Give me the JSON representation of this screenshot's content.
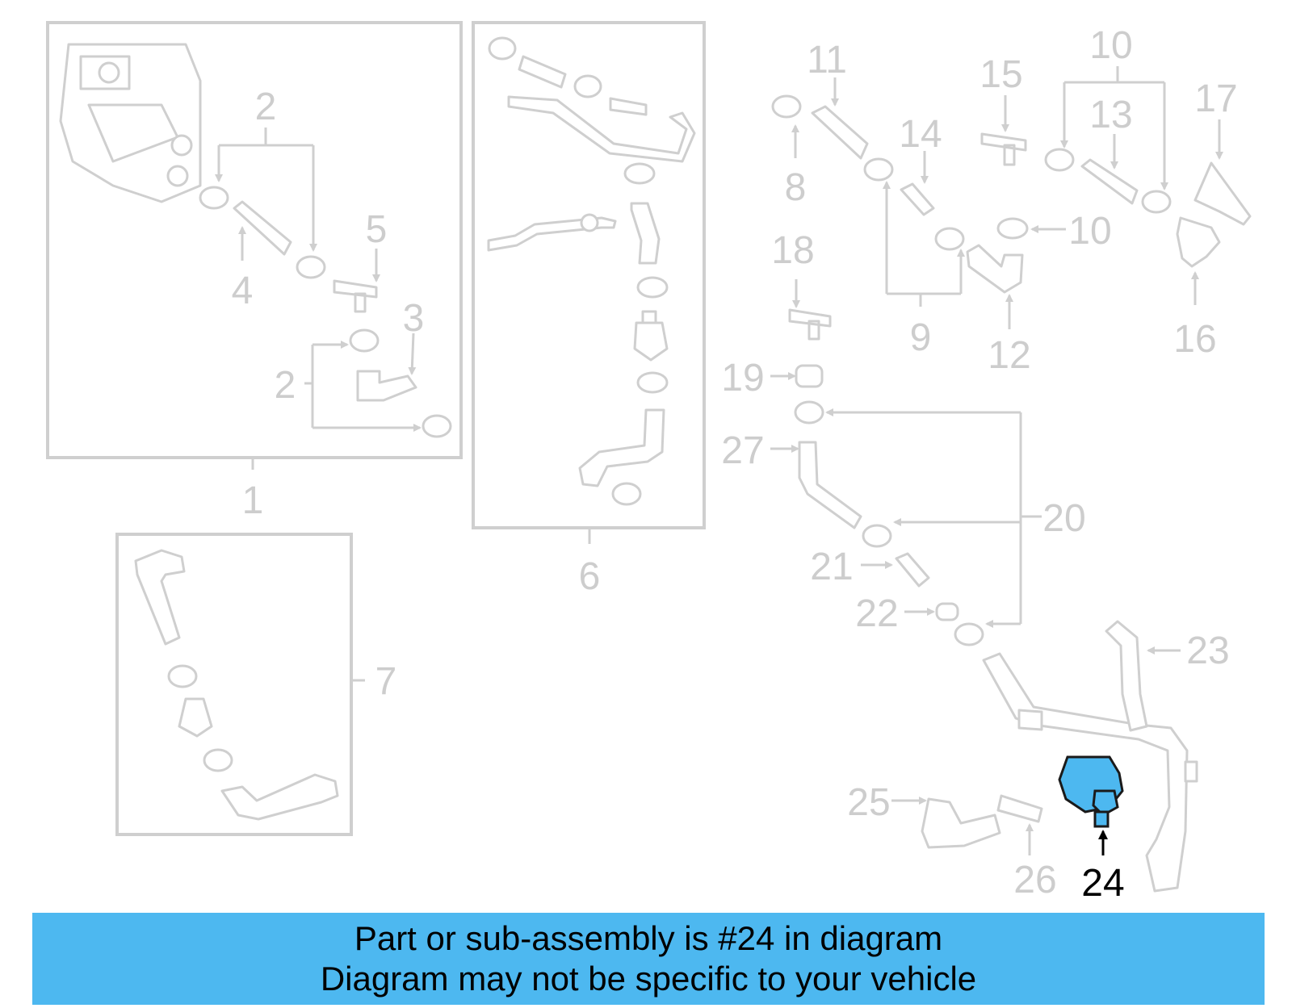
{
  "diagram": {
    "callouts": {
      "c1": "1",
      "c2a": "2",
      "c2b": "2",
      "c3": "3",
      "c4": "4",
      "c5": "5",
      "c6": "6",
      "c7": "7",
      "c8": "8",
      "c9": "9",
      "c10a": "10",
      "c10b": "10",
      "c11": "11",
      "c12": "12",
      "c13": "13",
      "c14": "14",
      "c15": "15",
      "c16": "16",
      "c17": "17",
      "c18": "18",
      "c19": "19",
      "c20": "20",
      "c21": "21",
      "c22": "22",
      "c23": "23",
      "c24": "24",
      "c25": "25",
      "c26": "26",
      "c27": "27"
    },
    "highlight_part": "24",
    "colors": {
      "line_art": "#cfcfcf",
      "highlight_part": "#4db8f0",
      "banner_bg": "#4db8f0",
      "banner_text": "#000000"
    }
  },
  "banner": {
    "line1": "Part or sub-assembly is #24 in diagram",
    "line2": "Diagram may not be specific to your vehicle"
  }
}
